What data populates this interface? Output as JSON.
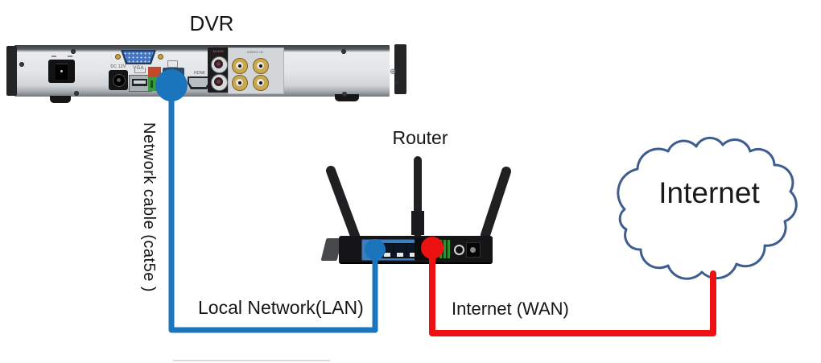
{
  "devices": {
    "dvr": {
      "label": "DVR",
      "port_labels": {
        "vga": "VGA",
        "dc_power": "DC 12V",
        "hdmi": "HDMI",
        "audio": "AUDIO",
        "video_in": "VIDEO IN"
      }
    },
    "router": {
      "label": "Router"
    },
    "internet": {
      "label": "Internet"
    }
  },
  "connections": {
    "lan_cable": {
      "cable_label": "Network cable (cat5e )",
      "link_label": "Local Network(LAN)",
      "color": "#1b75bc"
    },
    "wan_cable": {
      "link_label": "Internet (WAN)",
      "color": "#ed1111"
    },
    "cloud_outline_color": "#3d5d8f"
  }
}
